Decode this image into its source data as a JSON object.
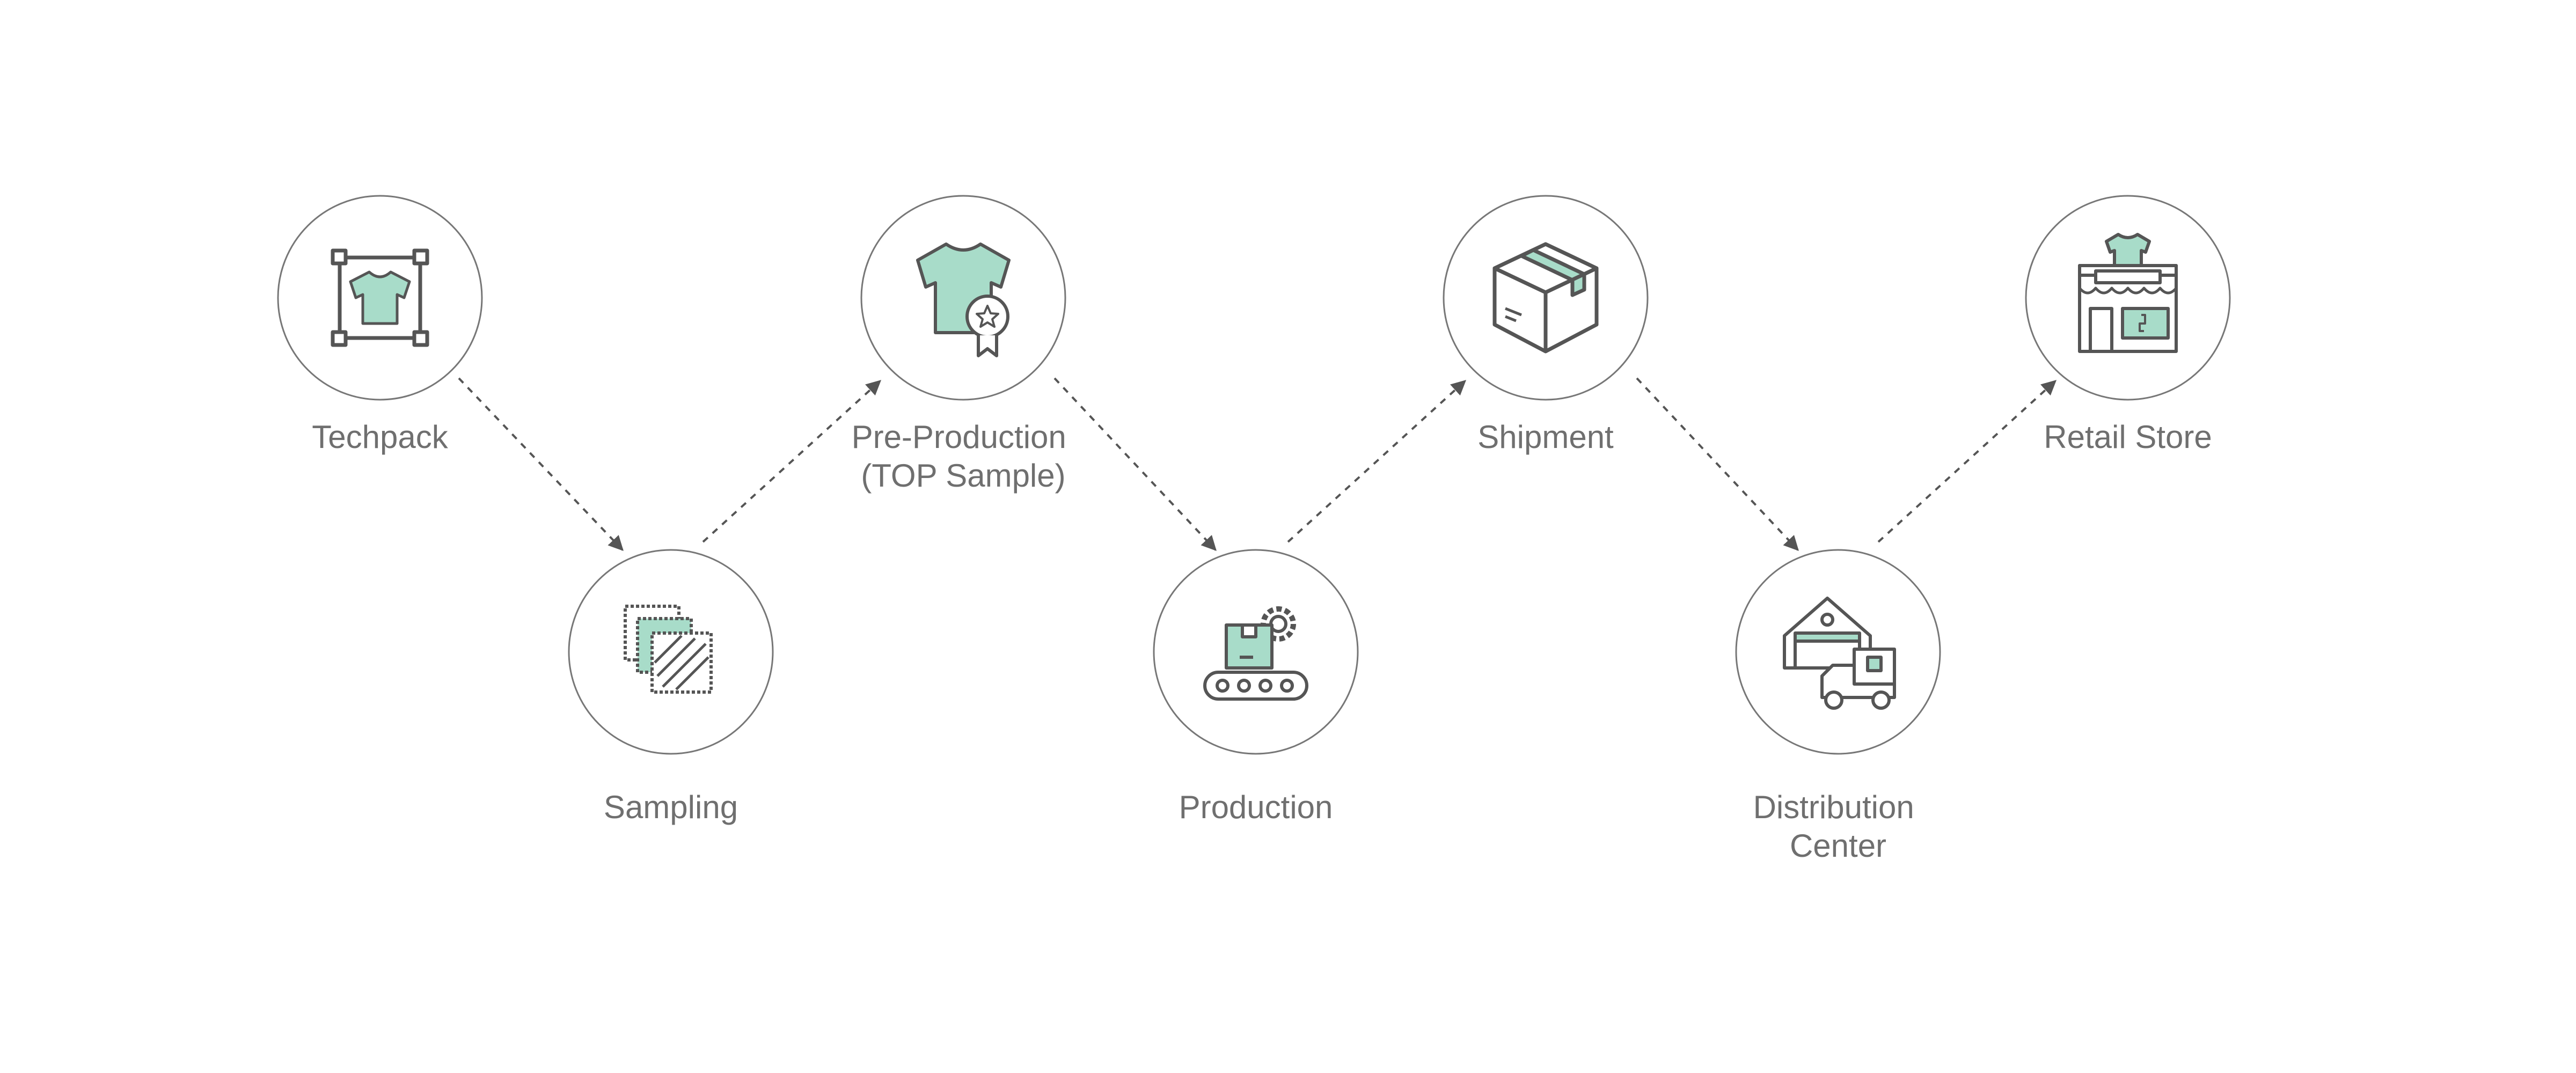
{
  "colors": {
    "background": "#ffffff",
    "circle_stroke": "#777777",
    "icon_stroke": "#555555",
    "icon_fill": "#a8dcc9",
    "label": "#6f6f6f",
    "arrow": "#555555"
  },
  "steps": [
    {
      "label_lines": [
        "Techpack"
      ],
      "icon": "techpack-icon"
    },
    {
      "label_lines": [
        "Sampling"
      ],
      "icon": "fabric-swatches-icon"
    },
    {
      "label_lines": [
        "Pre-Production",
        "(TOP Sample)"
      ],
      "icon": "tshirt-award-icon"
    },
    {
      "label_lines": [
        "Production"
      ],
      "icon": "conveyor-gear-icon"
    },
    {
      "label_lines": [
        "Shipment"
      ],
      "icon": "box-icon"
    },
    {
      "label_lines": [
        "Distribution",
        "Center"
      ],
      "icon": "warehouse-truck-icon"
    },
    {
      "label_lines": [
        "Retail Store"
      ],
      "icon": "store-icon"
    }
  ]
}
